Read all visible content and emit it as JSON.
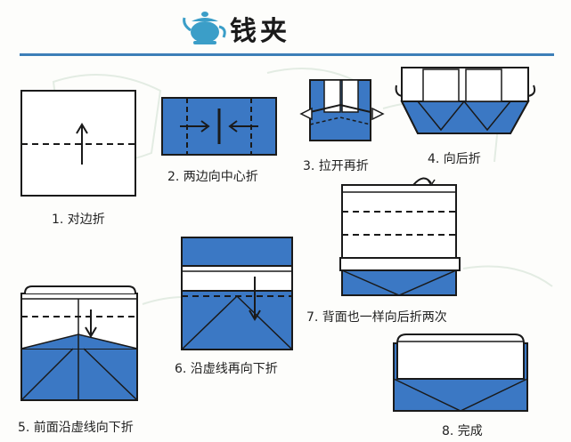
{
  "title": "钱夹",
  "colors": {
    "blue": "#3b78c4",
    "dark": "#1a1a1a",
    "rule": "#3d7fb8"
  },
  "icons": {
    "header": "teapot-icon"
  },
  "steps": [
    {
      "label": "1. 对边折"
    },
    {
      "label": "2. 两边向中心折"
    },
    {
      "label": "3. 拉开再折"
    },
    {
      "label": "4. 向后折"
    },
    {
      "label": "5. 前面沿虚线向下折"
    },
    {
      "label": "6. 沿虚线再向下折"
    },
    {
      "label": "7. 背面也一样向后折两次"
    },
    {
      "label": "8. 完成"
    }
  ]
}
